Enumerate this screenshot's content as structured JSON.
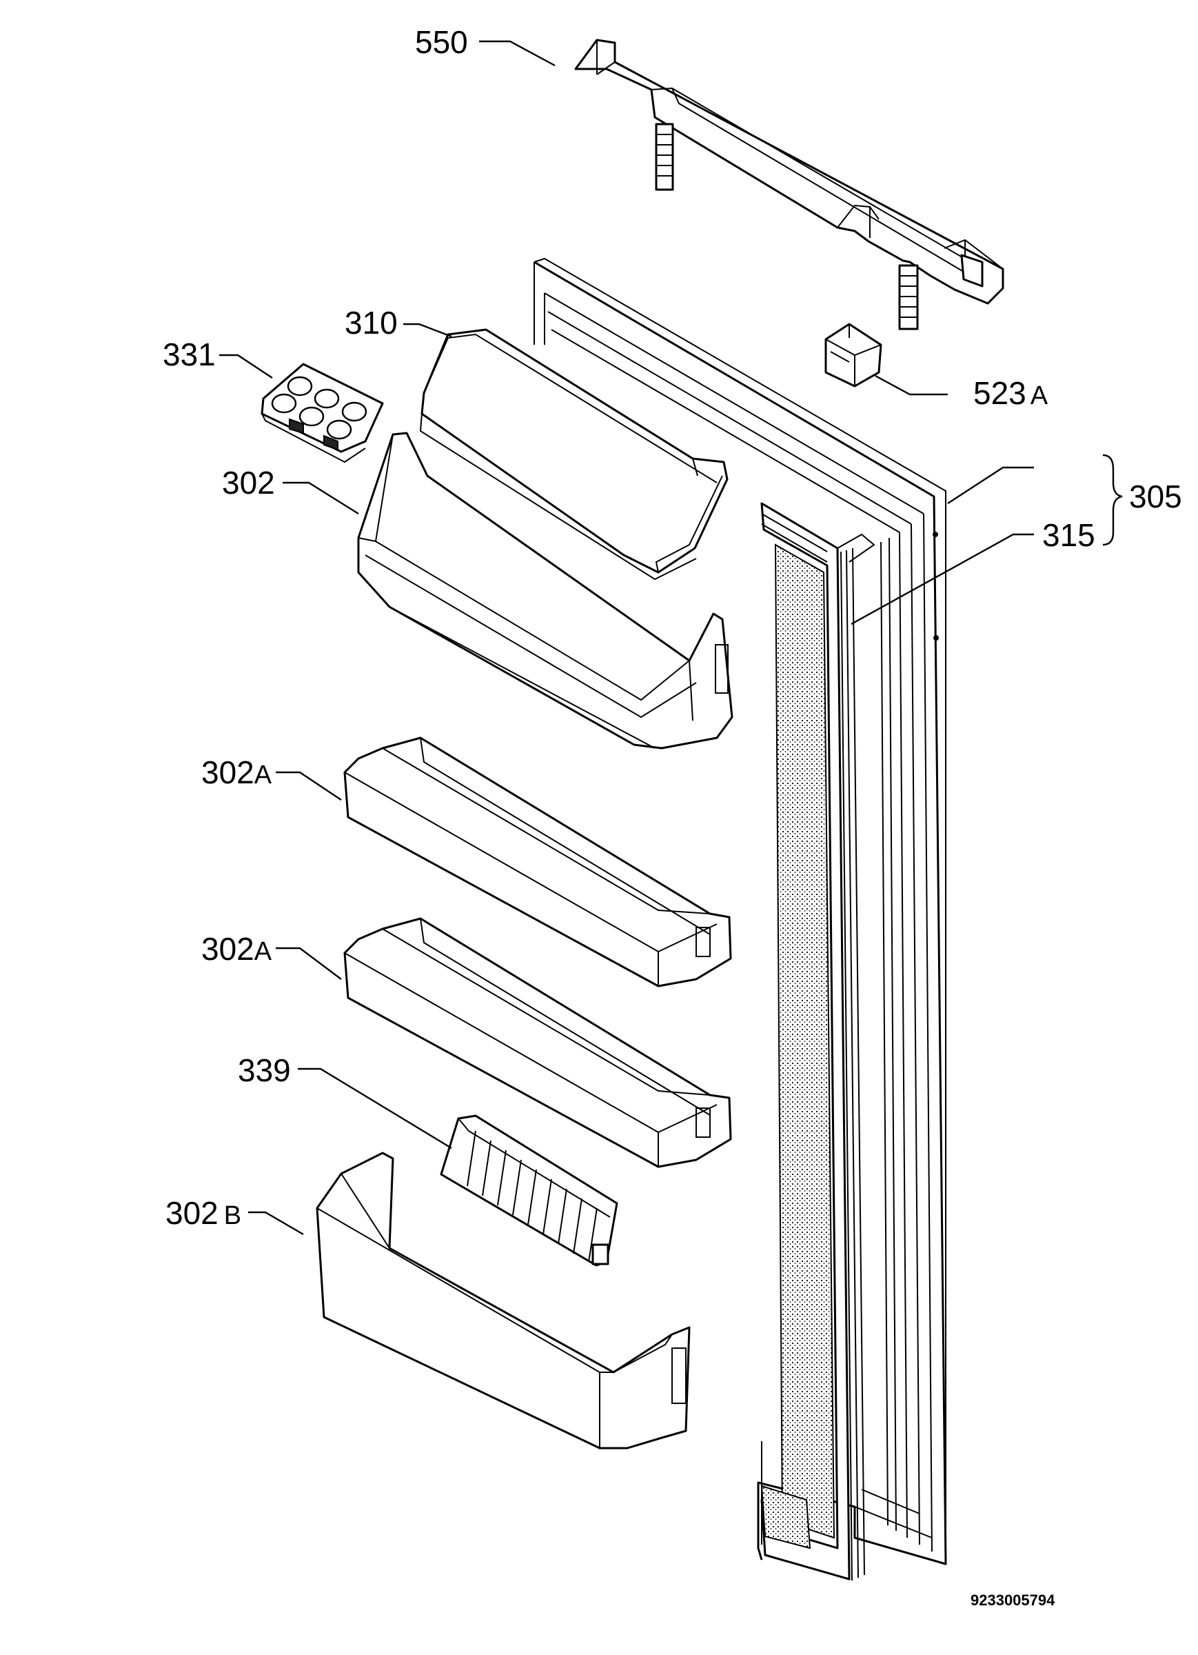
{
  "diagram": {
    "drawing_number": "9233005794",
    "callouts": [
      {
        "id": "550",
        "text": "550",
        "suffix": ""
      },
      {
        "id": "310",
        "text": "310",
        "suffix": ""
      },
      {
        "id": "331",
        "text": "331",
        "suffix": ""
      },
      {
        "id": "523A",
        "text": "523",
        "suffix": "A"
      },
      {
        "id": "302",
        "text": "302",
        "suffix": ""
      },
      {
        "id": "305",
        "text": "305",
        "suffix": ""
      },
      {
        "id": "315",
        "text": "315",
        "suffix": ""
      },
      {
        "id": "302A_1",
        "text": "302",
        "suffix": "A"
      },
      {
        "id": "302A_2",
        "text": "302",
        "suffix": "A"
      },
      {
        "id": "339",
        "text": "339",
        "suffix": ""
      },
      {
        "id": "302B",
        "text": "302",
        "suffix": "B"
      }
    ]
  }
}
